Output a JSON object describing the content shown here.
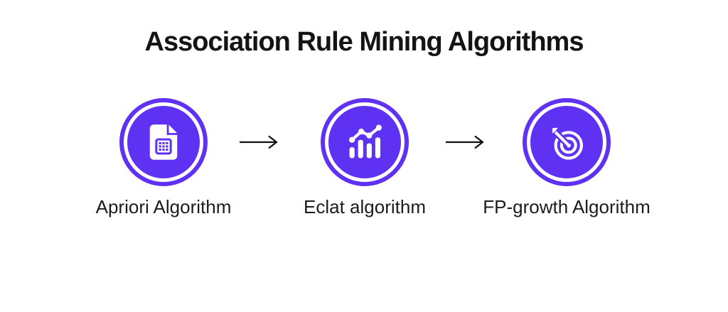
{
  "title": "Association Rule Mining Algorithms",
  "theme": {
    "purple": "#5F31F2",
    "icon_white": "#ffffff",
    "title_color": "#141414",
    "label_color": "#1c1c1e",
    "arrow_color": "#111111",
    "background": "#ffffff"
  },
  "nodes": [
    {
      "label": "Apriori Algorithm",
      "icon": "document-table-icon"
    },
    {
      "label": "Eclat algorithm",
      "icon": "bar-line-chart-icon"
    },
    {
      "label": "FP-growth Algorithm",
      "icon": "target-dart-icon"
    }
  ],
  "connectors": [
    {
      "icon": "right-arrow-icon"
    },
    {
      "icon": "right-arrow-icon"
    }
  ]
}
